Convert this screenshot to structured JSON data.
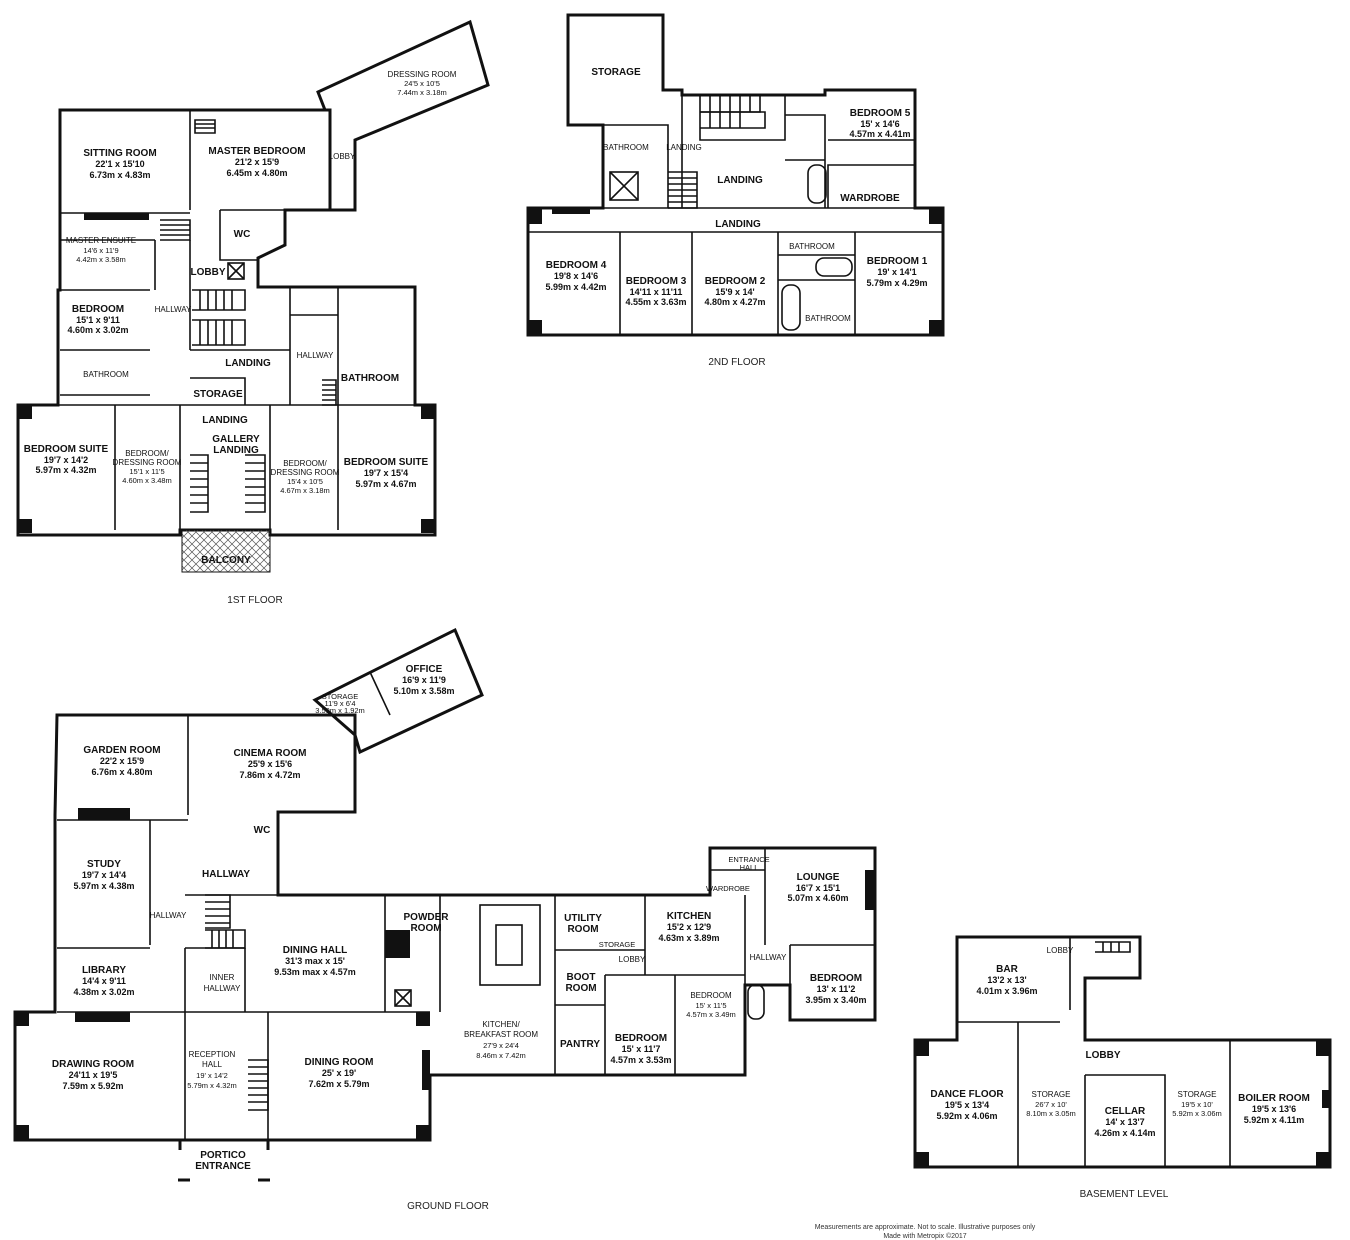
{
  "floors": {
    "first": {
      "label": "1ST FLOOR",
      "rooms": {
        "dressing": {
          "name": "DRESSING ROOM",
          "l1": "24'5 x 10'5",
          "l2": "7.44m x 3.18m"
        },
        "sitting": {
          "name": "SITTING ROOM",
          "l1": "22'1 x 15'10",
          "l2": "6.73m x 4.83m"
        },
        "master": {
          "name": "MASTER BEDROOM",
          "l1": "21'2 x 15'9",
          "l2": "6.45m x 4.80m"
        },
        "lobby_top": {
          "name": "LOBBY"
        },
        "ensuite": {
          "name": "MASTER ENSUITE",
          "l1": "14'6 x 11'9",
          "l2": "4.42m x 3.58m"
        },
        "wc": {
          "name": "WC"
        },
        "lobby": {
          "name": "LOBBY"
        },
        "bedroom": {
          "name": "BEDROOM",
          "l1": "15'1 x 9'11",
          "l2": "4.60m x 3.02m"
        },
        "hallway_l": {
          "name": "HALLWAY"
        },
        "landing_mid": {
          "name": "LANDING"
        },
        "hallway_r": {
          "name": "HALLWAY"
        },
        "bathroom_l": {
          "name": "BATHROOM"
        },
        "bathroom_r": {
          "name": "BATHROOM"
        },
        "storage": {
          "name": "STORAGE"
        },
        "landing": {
          "name": "LANDING"
        },
        "gallery": {
          "name": "GALLERY",
          "name2": "LANDING"
        },
        "suite_l": {
          "name": "BEDROOM SUITE",
          "l1": "19'7 x 14'2",
          "l2": "5.97m x 4.32m"
        },
        "dress_l": {
          "name": "BEDROOM/",
          "name2": "DRESSING ROOM",
          "l1": "15'1 x 11'5",
          "l2": "4.60m x 3.48m"
        },
        "dress_r": {
          "name": "BEDROOM/",
          "name2": "DRESSING ROOM",
          "l1": "15'4 x 10'5",
          "l2": "4.67m x 3.18m"
        },
        "suite_r": {
          "name": "BEDROOM SUITE",
          "l1": "19'7 x 15'4",
          "l2": "5.97m x 4.67m"
        },
        "balcony": {
          "name": "BALCONY"
        }
      }
    },
    "second": {
      "label": "2ND FLOOR",
      "rooms": {
        "storage": {
          "name": "STORAGE"
        },
        "bathroom_a": {
          "name": "BATHROOM"
        },
        "landing_small": {
          "name": "LANDING"
        },
        "landing_mid": {
          "name": "LANDING"
        },
        "bedroom5": {
          "name": "BEDROOM 5",
          "l1": "15' x 14'6",
          "l2": "4.57m x 4.41m"
        },
        "wardrobe": {
          "name": "WARDROBE"
        },
        "landing": {
          "name": "LANDING"
        },
        "bedroom4": {
          "name": "BEDROOM 4",
          "l1": "19'8 x 14'6",
          "l2": "5.99m x 4.42m"
        },
        "bedroom3": {
          "name": "BEDROOM 3",
          "l1": "14'11 x 11'11",
          "l2": "4.55m x 3.63m"
        },
        "bedroom2": {
          "name": "BEDROOM 2",
          "l1": "15'9 x 14'",
          "l2": "4.80m x 4.27m"
        },
        "bathroom_b": {
          "name": "BATHROOM"
        },
        "bathroom_c": {
          "name": "BATHROOM"
        },
        "bedroom1": {
          "name": "BEDROOM 1",
          "l1": "19' x 14'1",
          "l2": "5.79m x 4.29m"
        }
      }
    },
    "ground": {
      "label": "GROUND FLOOR",
      "rooms": {
        "office": {
          "name": "OFFICE",
          "l1": "16'9 x 11'9",
          "l2": "5.10m x 3.58m"
        },
        "storage": {
          "name": "STORAGE",
          "l1": "11'9 x 6'4",
          "l2": "3.59m x 1.92m"
        },
        "garden": {
          "name": "GARDEN ROOM",
          "l1": "22'2 x 15'9",
          "l2": "6.76m x 4.80m"
        },
        "cinema": {
          "name": "CINEMA ROOM",
          "l1": "25'9 x 15'6",
          "l2": "7.86m x 4.72m"
        },
        "wc": {
          "name": "WC"
        },
        "study": {
          "name": "STUDY",
          "l1": "19'7 x 14'4",
          "l2": "5.97m x 4.38m"
        },
        "hallway_a": {
          "name": "HALLWAY"
        },
        "hallway_b": {
          "name": "HALLWAY"
        },
        "entrance_hall": {
          "name": "ENTRANCE",
          "name2": "HALL"
        },
        "wardrobe": {
          "name": "WARDROBE"
        },
        "lounge": {
          "name": "LOUNGE",
          "l1": "16'7 x 15'1",
          "l2": "5.07m x 4.60m"
        },
        "powder": {
          "name": "POWDER",
          "name2": "ROOM"
        },
        "utility": {
          "name": "UTILITY",
          "name2": "ROOM"
        },
        "kitchen": {
          "name": "KITCHEN",
          "l1": "15'2 x 12'9",
          "l2": "4.63m x 3.89m"
        },
        "storage_small": {
          "name": "STORAGE"
        },
        "lobby": {
          "name": "LOBBY"
        },
        "hallway_c": {
          "name": "HALLWAY"
        },
        "library": {
          "name": "LIBRARY",
          "l1": "14'4 x 9'11",
          "l2": "4.38m x 3.02m"
        },
        "inner": {
          "name": "INNER",
          "name2": "HALLWAY"
        },
        "dining_hall": {
          "name": "DINING HALL",
          "l1": "31'3 max x 15'",
          "l2": "9.53m max x 4.57m"
        },
        "boot": {
          "name": "BOOT",
          "name2": "ROOM"
        },
        "bedroom_a": {
          "name": "BEDROOM",
          "l1": "13' x 11'2",
          "l2": "3.95m x 3.40m"
        },
        "bedroom_b": {
          "name": "BEDROOM",
          "l1": "15' x 11'5",
          "l2": "4.57m x 3.49m"
        },
        "kb": {
          "name": "KITCHEN/",
          "name2": "BREAKFAST ROOM",
          "l1": "27'9 x 24'4",
          "l2": "8.46m x 7.42m"
        },
        "pantry": {
          "name": "PANTRY"
        },
        "bedroom_c": {
          "name": "BEDROOM",
          "l1": "15' x 11'7",
          "l2": "4.57m x 3.53m"
        },
        "drawing": {
          "name": "DRAWING ROOM",
          "l1": "24'11 x 19'5",
          "l2": "7.59m x 5.92m"
        },
        "reception": {
          "name": "RECEPTION",
          "name2": "HALL",
          "l1": "19' x 14'2",
          "l2": "5.79m x 4.32m"
        },
        "dining_room": {
          "name": "DINING ROOM",
          "l1": "25' x 19'",
          "l2": "7.62m x 5.79m"
        },
        "portico": {
          "name": "PORTICO",
          "name2": "ENTRANCE"
        }
      }
    },
    "basement": {
      "label": "BASEMENT LEVEL",
      "rooms": {
        "bar": {
          "name": "BAR",
          "l1": "13'2 x 13'",
          "l2": "4.01m x 3.96m"
        },
        "lobby_top": {
          "name": "LOBBY"
        },
        "lobby": {
          "name": "LOBBY"
        },
        "dance": {
          "name": "DANCE FLOOR",
          "l1": "19'5 x 13'4",
          "l2": "5.92m x 4.06m"
        },
        "storage_a": {
          "name": "STORAGE",
          "l1": "26'7 x 10'",
          "l2": "8.10m x 3.05m"
        },
        "cellar": {
          "name": "CELLAR",
          "l1": "14' x 13'7",
          "l2": "4.26m x 4.14m"
        },
        "storage_b": {
          "name": "STORAGE",
          "l1": "19'5 x 10'",
          "l2": "5.92m x 3.06m"
        },
        "boiler": {
          "name": "BOILER ROOM",
          "l1": "19'5 x 13'6",
          "l2": "5.92m x 4.11m"
        }
      }
    }
  },
  "footer": {
    "line1": "Measurements are approximate.  Not to scale.  Illustrative purposes only",
    "line2": "Made with Metropix ©2017"
  }
}
